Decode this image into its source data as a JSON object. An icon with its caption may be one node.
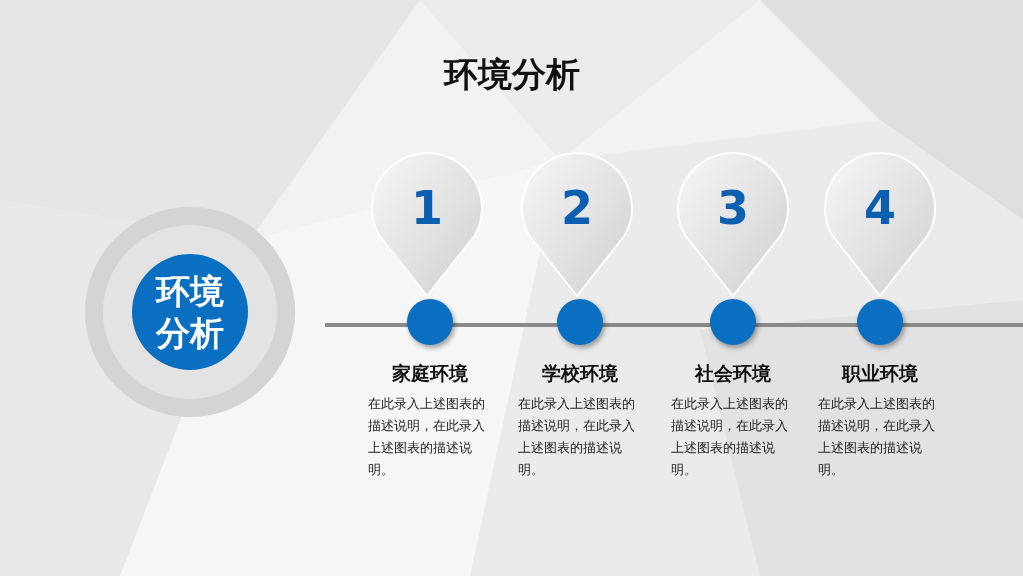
{
  "diagram": {
    "title": "环境分析",
    "nodes": [
      {
        "text": [
          "环境分析"
        ]
      },
      {
        "text": [
          "1"
        ]
      },
      {
        "text": [
          "2"
        ]
      },
      {
        "text": [
          "3"
        ]
      },
      {
        "text": [
          "4"
        ]
      },
      {
        "text": [],
        "shape": "circle",
        "beside": [
          "家庭环境",
          "在此录入上述图表的描述说明，在此录入上述图表的描述说明。"
        ]
      },
      {
        "text": [],
        "shape": "circle",
        "beside": [
          "学校环境",
          "在此录入上述图表的描述说明，在此录入上述图表的描述说明。"
        ]
      },
      {
        "text": [],
        "shape": "circle",
        "beside": [
          "社会环境",
          "在此录入上述图表的描述说明，在此录入上述图表的描述说明。"
        ]
      },
      {
        "text": [],
        "shape": "circle",
        "beside": [
          "职业环境",
          "在此录入上述图表的描述说明，在此录入上述图表的描述说明。"
        ]
      }
    ],
    "edges": []
  }
}
